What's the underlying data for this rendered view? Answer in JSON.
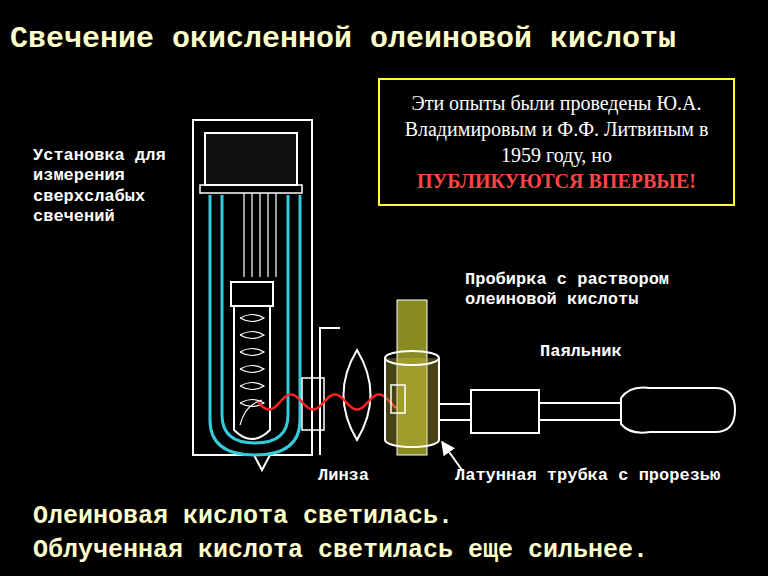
{
  "diagram": {
    "title": "Свечение окисленной олеиновой кислоты",
    "nodes": [
      {
        "text": [
          "Эти опыты были проведены Ю.А. Владимировым и Ф.Ф. Литвиным в 1959 году, но",
          "ПУБЛИКУЮТСЯ ВПЕРВЫЕ!"
        ]
      }
    ],
    "labels": [
      "Установка для измерения сверхслабых свечений",
      "Пробирка с раствором олеиновой кислоты",
      "Паяльник",
      "Линза",
      "Латунная трубка с прорезью",
      "Олеиновая кислота светилась.",
      "Облученная кислота светилась еще сильнее."
    ]
  }
}
